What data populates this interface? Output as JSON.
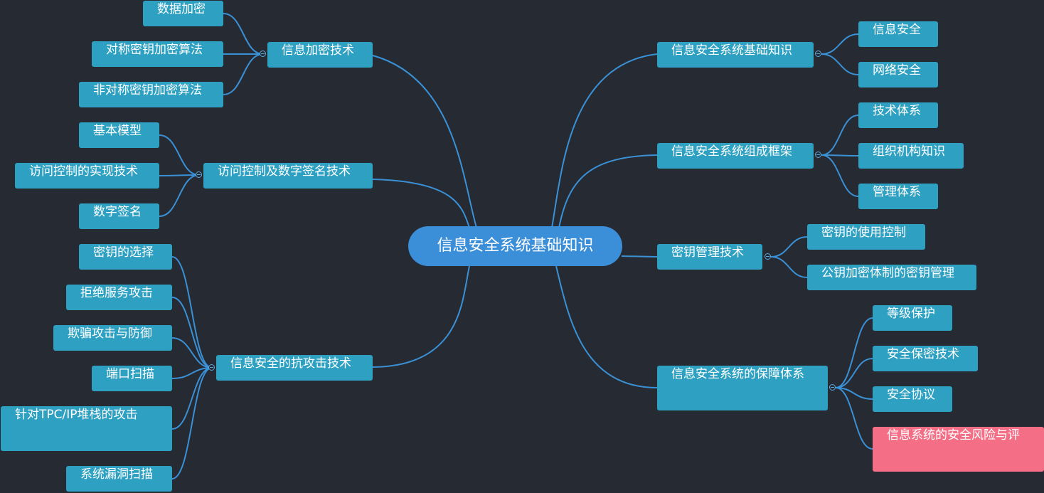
{
  "mindmap": {
    "root": "信息安全系统基础知识",
    "link_color": "#3a91d6",
    "node_color": "#2ea0c2",
    "highlight_color": "#f46e86",
    "left": [
      {
        "label": "信息加密技术",
        "children": [
          "数据加密",
          "对称密钥加密算法",
          "非对称密钥加密算法"
        ]
      },
      {
        "label": "访问控制及数字签名技术",
        "children": [
          "基本模型",
          "访问控制的实现技术",
          "数字签名"
        ]
      },
      {
        "label": "信息安全的抗攻击技术",
        "children": [
          "密钥的选择",
          "拒绝服务攻击",
          "欺骗攻击与防御",
          "端口扫描",
          "针对TPC/IP堆栈的攻击",
          "系统漏洞扫描"
        ]
      }
    ],
    "right": [
      {
        "label": "信息安全系统基础知识",
        "children": [
          "信息安全",
          "网络安全"
        ]
      },
      {
        "label": "信息安全系统组成框架",
        "children": [
          "技术体系",
          "组织机构知识",
          "管理体系"
        ]
      },
      {
        "label": "密钥管理技术",
        "children": [
          "密钥的使用控制",
          "公钥加密体制的密钥管理"
        ]
      },
      {
        "label": "信息安全系统的保障体系",
        "children": [
          "等级保护",
          "安全保密技术",
          "安全协议",
          "信息系统的安全风险与评"
        ]
      }
    ]
  }
}
